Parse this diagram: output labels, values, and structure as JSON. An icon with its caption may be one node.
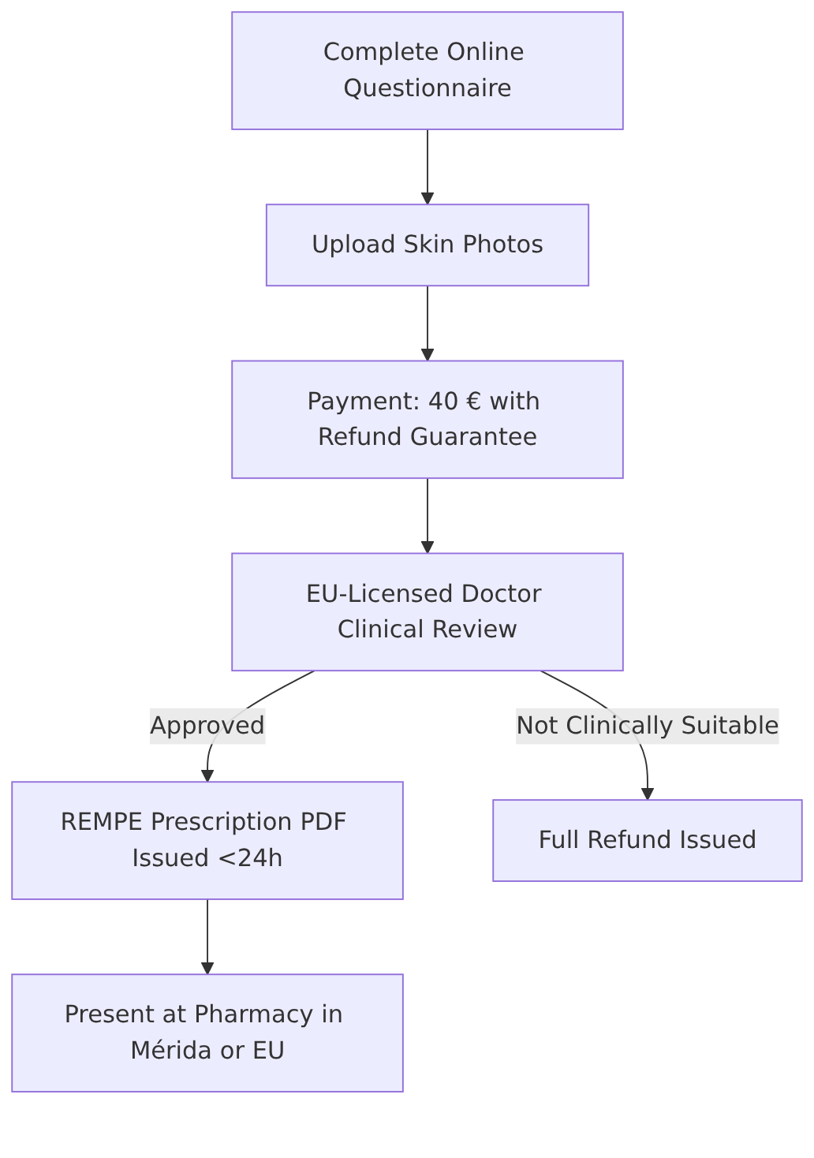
{
  "diagram": {
    "nodes": [
      {
        "text": [
          "Complete Online Questionnaire"
        ]
      },
      {
        "text": [
          "Upload Skin Photos"
        ]
      },
      {
        "text": [
          "Payment: 40 € with Refund Guarantee"
        ]
      },
      {
        "text": [
          "EU-Licensed Doctor Clinical Review"
        ]
      },
      {
        "text": [
          "REMPE Prescription PDF Issued <24h"
        ]
      },
      {
        "text": [
          "Full Refund Issued"
        ]
      },
      {
        "text": [
          "Present at Pharmacy in Mérida or EU"
        ]
      }
    ],
    "edges": [
      {
        "from": 0,
        "to": 1,
        "arrow": "to"
      },
      {
        "from": 1,
        "to": 2,
        "arrow": "to"
      },
      {
        "from": 2,
        "to": 3,
        "arrow": "to"
      },
      {
        "from": 3,
        "to": 4,
        "arrow": "to",
        "label": "Approved"
      },
      {
        "from": 3,
        "to": 5,
        "arrow": "to",
        "label": "Not Clinically Suitable"
      },
      {
        "from": 4,
        "to": 6,
        "arrow": "to"
      }
    ]
  }
}
